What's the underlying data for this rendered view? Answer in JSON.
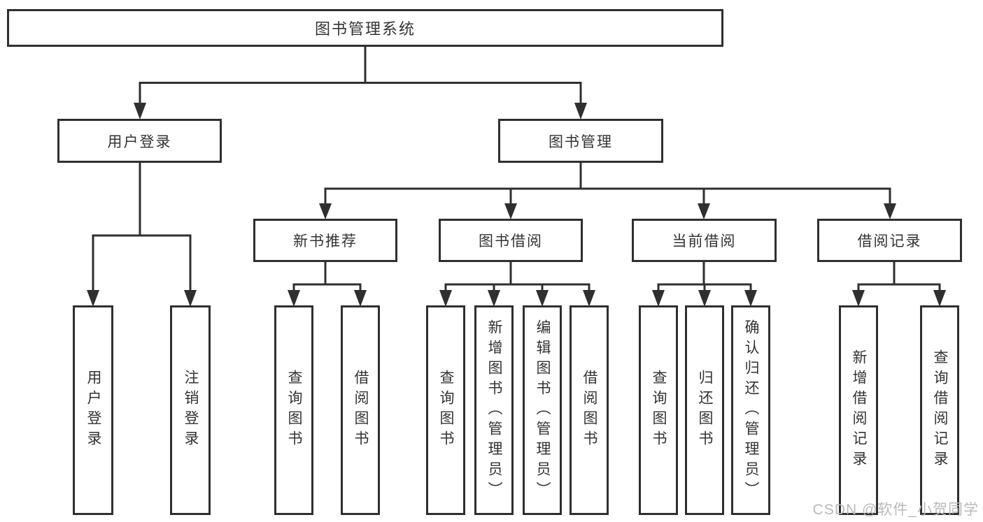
{
  "diagram": {
    "type": "tree",
    "root": {
      "label": "图书管理系统"
    },
    "branches": [
      {
        "label": "用户登录",
        "children": [
          {
            "label": "用户登录"
          },
          {
            "label": "注销登录"
          }
        ]
      },
      {
        "label": "图书管理",
        "children": [
          {
            "label": "新书推荐",
            "children": [
              {
                "label": "查询图书"
              },
              {
                "label": "借阅图书"
              }
            ]
          },
          {
            "label": "图书借阅",
            "children": [
              {
                "label": "查询图书"
              },
              {
                "label": "新增图书（管理员）"
              },
              {
                "label": "编辑图书（管理员）"
              },
              {
                "label": "借阅图书"
              }
            ]
          },
          {
            "label": "当前借阅",
            "children": [
              {
                "label": "查询图书"
              },
              {
                "label": "归还图书"
              },
              {
                "label": "确认归还（管理员）"
              }
            ]
          },
          {
            "label": "借阅记录",
            "children": [
              {
                "label": "新增借阅记录"
              },
              {
                "label": "查询借阅记录"
              }
            ]
          }
        ]
      }
    ]
  },
  "watermark": {
    "text": "CSDN @软件_小贺同学"
  },
  "colors": {
    "line": "#2f2f2f",
    "box_border": "#2f2f2f",
    "text": "#333333",
    "background": "#ffffff",
    "watermark": "#b9b9b9"
  }
}
